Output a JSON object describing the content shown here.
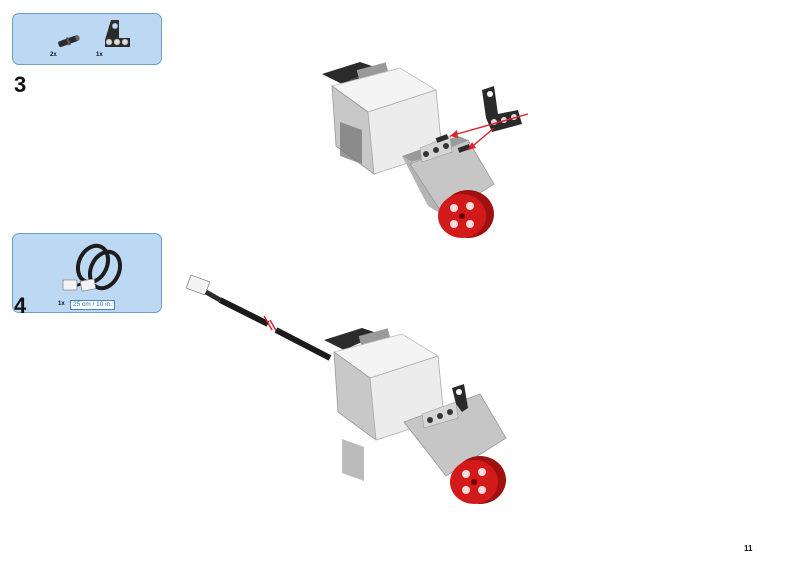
{
  "page_number": "11",
  "steps": [
    {
      "number": "3",
      "parts": [
        {
          "qty": "2x",
          "icon": "axle-pin-icon"
        },
        {
          "qty": "1x",
          "icon": "angle-beam-icon"
        }
      ]
    },
    {
      "number": "4",
      "parts": [
        {
          "qty": "1x",
          "icon": "cable-icon",
          "length": "25 cm / 10 in."
        }
      ]
    }
  ],
  "colors": {
    "callout_bg": "#bcd8f2",
    "callout_border": "#6e9ec8",
    "motor_white": "#f2f2f2",
    "motor_gray": "#b5b5b5",
    "motor_dark": "#3a3a3a",
    "hub_red": "#d31a1a",
    "arrow_red": "#e0202a"
  }
}
